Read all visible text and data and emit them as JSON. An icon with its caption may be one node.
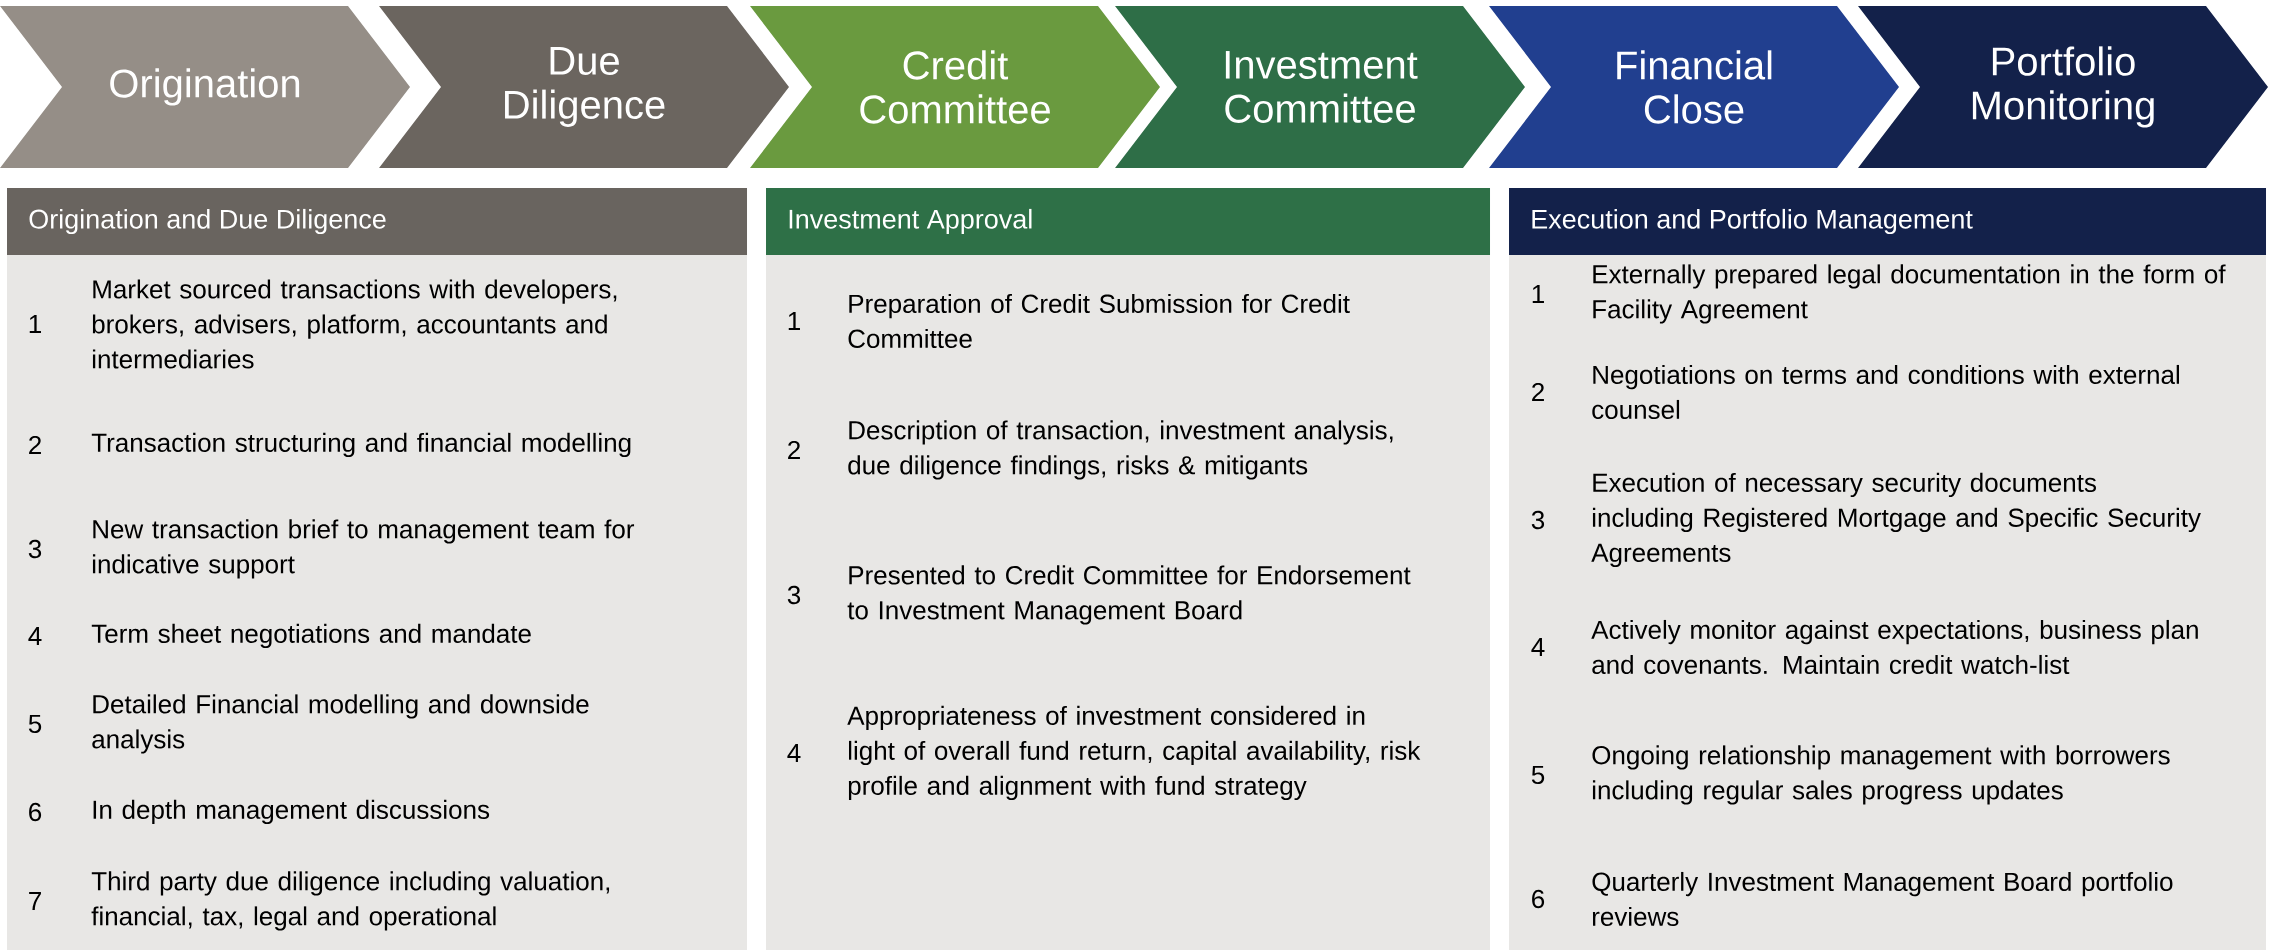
{
  "diagram": {
    "nodes": [
      {
        "text": [
          "Origination"
        ]
      },
      {
        "text": [
          "Due Diligence"
        ]
      },
      {
        "text": [
          "Credit Committee"
        ]
      },
      {
        "text": [
          "Investment Committee"
        ]
      },
      {
        "text": [
          "Financial Close"
        ]
      },
      {
        "text": [
          "Portfolio Monitoring"
        ]
      },
      {
        "text": [
          "Origination and Due Diligence"
        ]
      },
      {
        "text": [
          "Investment Approval"
        ]
      },
      {
        "text": [
          "Execution and Portfolio Management"
        ]
      }
    ],
    "edges": [],
    "labels": [
      "1",
      "Market sourced transactions with developers, brokers, advisers, platform, accountants and intermediaries",
      "2",
      "Transaction structuring and financial modelling",
      "3",
      "New transaction brief to management team for indicative support",
      "4",
      "Term sheet negotiations and mandate",
      "5",
      "Detailed Financial modelling and downside analysis",
      "6",
      "In depth management discussions",
      "7",
      "Third party due diligence including valuation, financial, tax, legal and operational",
      "1",
      "Preparation of Credit Submission for Credit Committee",
      "2",
      "Description of transaction, investment analysis, due diligence findings, risks & mitigants",
      "3",
      "Presented to Credit Committee for Endorsement to Investment Management Board",
      "4",
      "Appropriateness of investment considered in light of overall fund return, capital availability, risk profile and alignment with fund strategy",
      "1",
      "Externally prepared legal documentation in the form of Facility Agreement",
      "2",
      "Negotiations on terms and conditions with external counsel",
      "3",
      "Execution of necessary security documents including Registered Mortgage and Specific Security Agreements",
      "4",
      "Actively monitor against expectations, business plan and covenants. Maintain credit watch-list",
      "5",
      "Ongoing relationship management with borrowers including regular sales progress updates",
      "6",
      "Quarterly Investment Management Board portfolio reviews"
    ]
  }
}
